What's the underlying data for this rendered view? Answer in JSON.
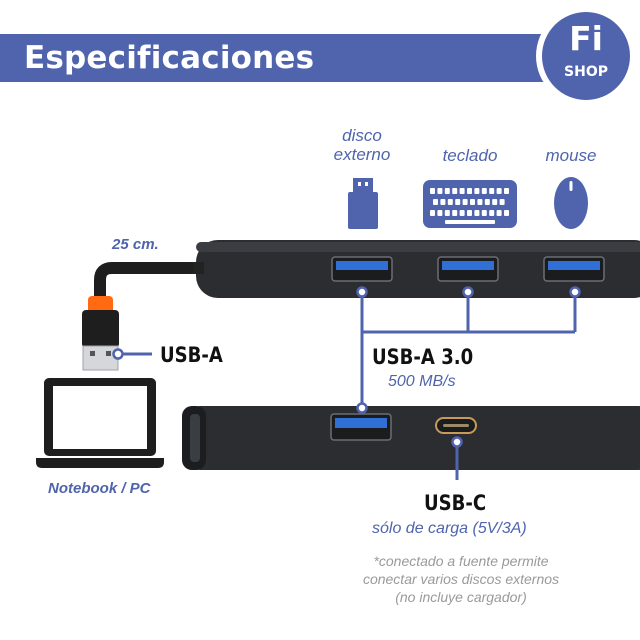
{
  "header": {
    "title": "Especificaciones"
  },
  "logo": {
    "line1": "Fi",
    "line2": "SHOP"
  },
  "devices": [
    {
      "label_line1": "disco",
      "label_line2": "externo",
      "icon": "usb-stick-icon"
    },
    {
      "label_line1": "teclado",
      "label_line2": "",
      "icon": "keyboard-icon"
    },
    {
      "label_line1": "mouse",
      "label_line2": "",
      "icon": "mouse-icon"
    }
  ],
  "cable": {
    "length": "25 cm."
  },
  "usb_a": {
    "label": "USB-A"
  },
  "usb_a3": {
    "label": "USB-A 3.0",
    "speed": "500 MB/s"
  },
  "usb_c": {
    "label": "USB-C",
    "detail": "sólo de carga (5V/3A)"
  },
  "notebook": {
    "label": "Notebook / PC"
  },
  "note": {
    "line1": "*conectado a fuente permite",
    "line2": "conectar varios discos externos",
    "line3": "(no incluye cargador)"
  },
  "colors": {
    "accent": "#4f64ad",
    "usb_port_blue": "#2f6fd6",
    "hub_body": "#2b2d30",
    "cable_orange": "#ff6a13"
  }
}
